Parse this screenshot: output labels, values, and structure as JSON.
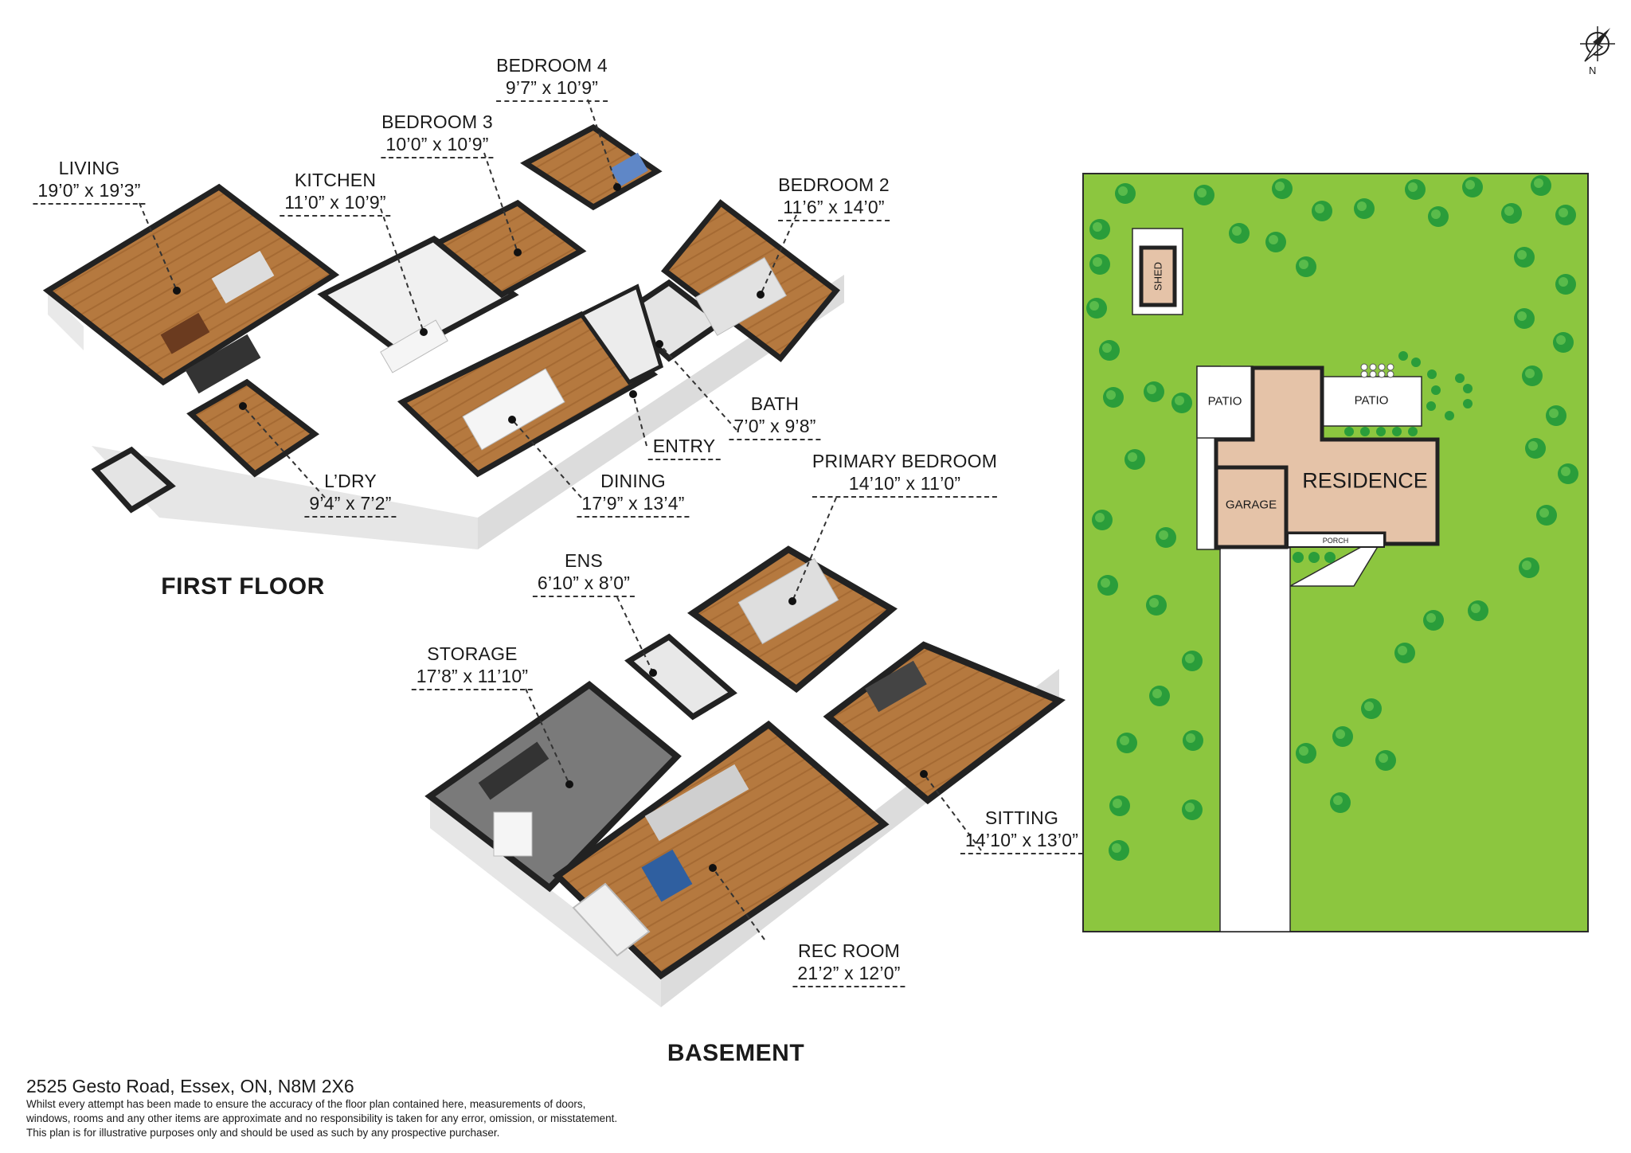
{
  "colors": {
    "lawn": "#8cc63f",
    "tree": "#2a9d3a",
    "tree_highlight": "#7fd35a",
    "residence": "#e5c3a8",
    "wall": "#222222",
    "floor_wood": "#b5793f",
    "floor_concrete": "#7a7a7a",
    "white_walls": "#f2f2f2"
  },
  "first_floor": {
    "title": "FIRST FLOOR",
    "rooms": [
      {
        "name": "LIVING",
        "dim": "19’0” x 19’3”"
      },
      {
        "name": "KITCHEN",
        "dim": "11’0” x 10’9”"
      },
      {
        "name": "BEDROOM 3",
        "dim": "10’0” x 10’9”"
      },
      {
        "name": "BEDROOM 4",
        "dim": "9’7” x 10’9”"
      },
      {
        "name": "BEDROOM 2",
        "dim": "11’6” x 14’0”"
      },
      {
        "name": "BATH",
        "dim": "7’0” x 9’8”"
      },
      {
        "name": "ENTRY",
        "dim": ""
      },
      {
        "name": "DINING",
        "dim": "17’9” x 13’4”"
      },
      {
        "name": "L’DRY",
        "dim": "9’4” x 7’2”"
      }
    ]
  },
  "basement": {
    "title": "BASEMENT",
    "rooms": [
      {
        "name": "PRIMARY BEDROOM",
        "dim": "14’10” x 11’0”"
      },
      {
        "name": "ENS",
        "dim": "6’10” x 8’0”"
      },
      {
        "name": "STORAGE",
        "dim": "17’8” x 11’10”"
      },
      {
        "name": "SITTING",
        "dim": "14’10” x 13’0”"
      },
      {
        "name": "REC ROOM",
        "dim": "21’2” x 12’0”"
      }
    ]
  },
  "site_plan": {
    "shed": "SHED",
    "patio_left": "PATIO",
    "patio_right": "PATIO",
    "residence": "RESIDENCE",
    "garage": "GARAGE",
    "porch": "PORCH"
  },
  "compass": {
    "label": "N",
    "icon": "compass-icon"
  },
  "footer": {
    "address": "2525 Gesto Road, Essex, ON, N8M 2X6",
    "disclaimer": [
      "Whilst every attempt has been made to ensure the accuracy of the floor plan contained here, measurements of doors,",
      "windows, rooms and any other items are approximate and no responsibility is taken for any error, omission, or misstatement.",
      "This plan is for illustrative purposes only and should be used as such by any prospective purchaser."
    ]
  }
}
